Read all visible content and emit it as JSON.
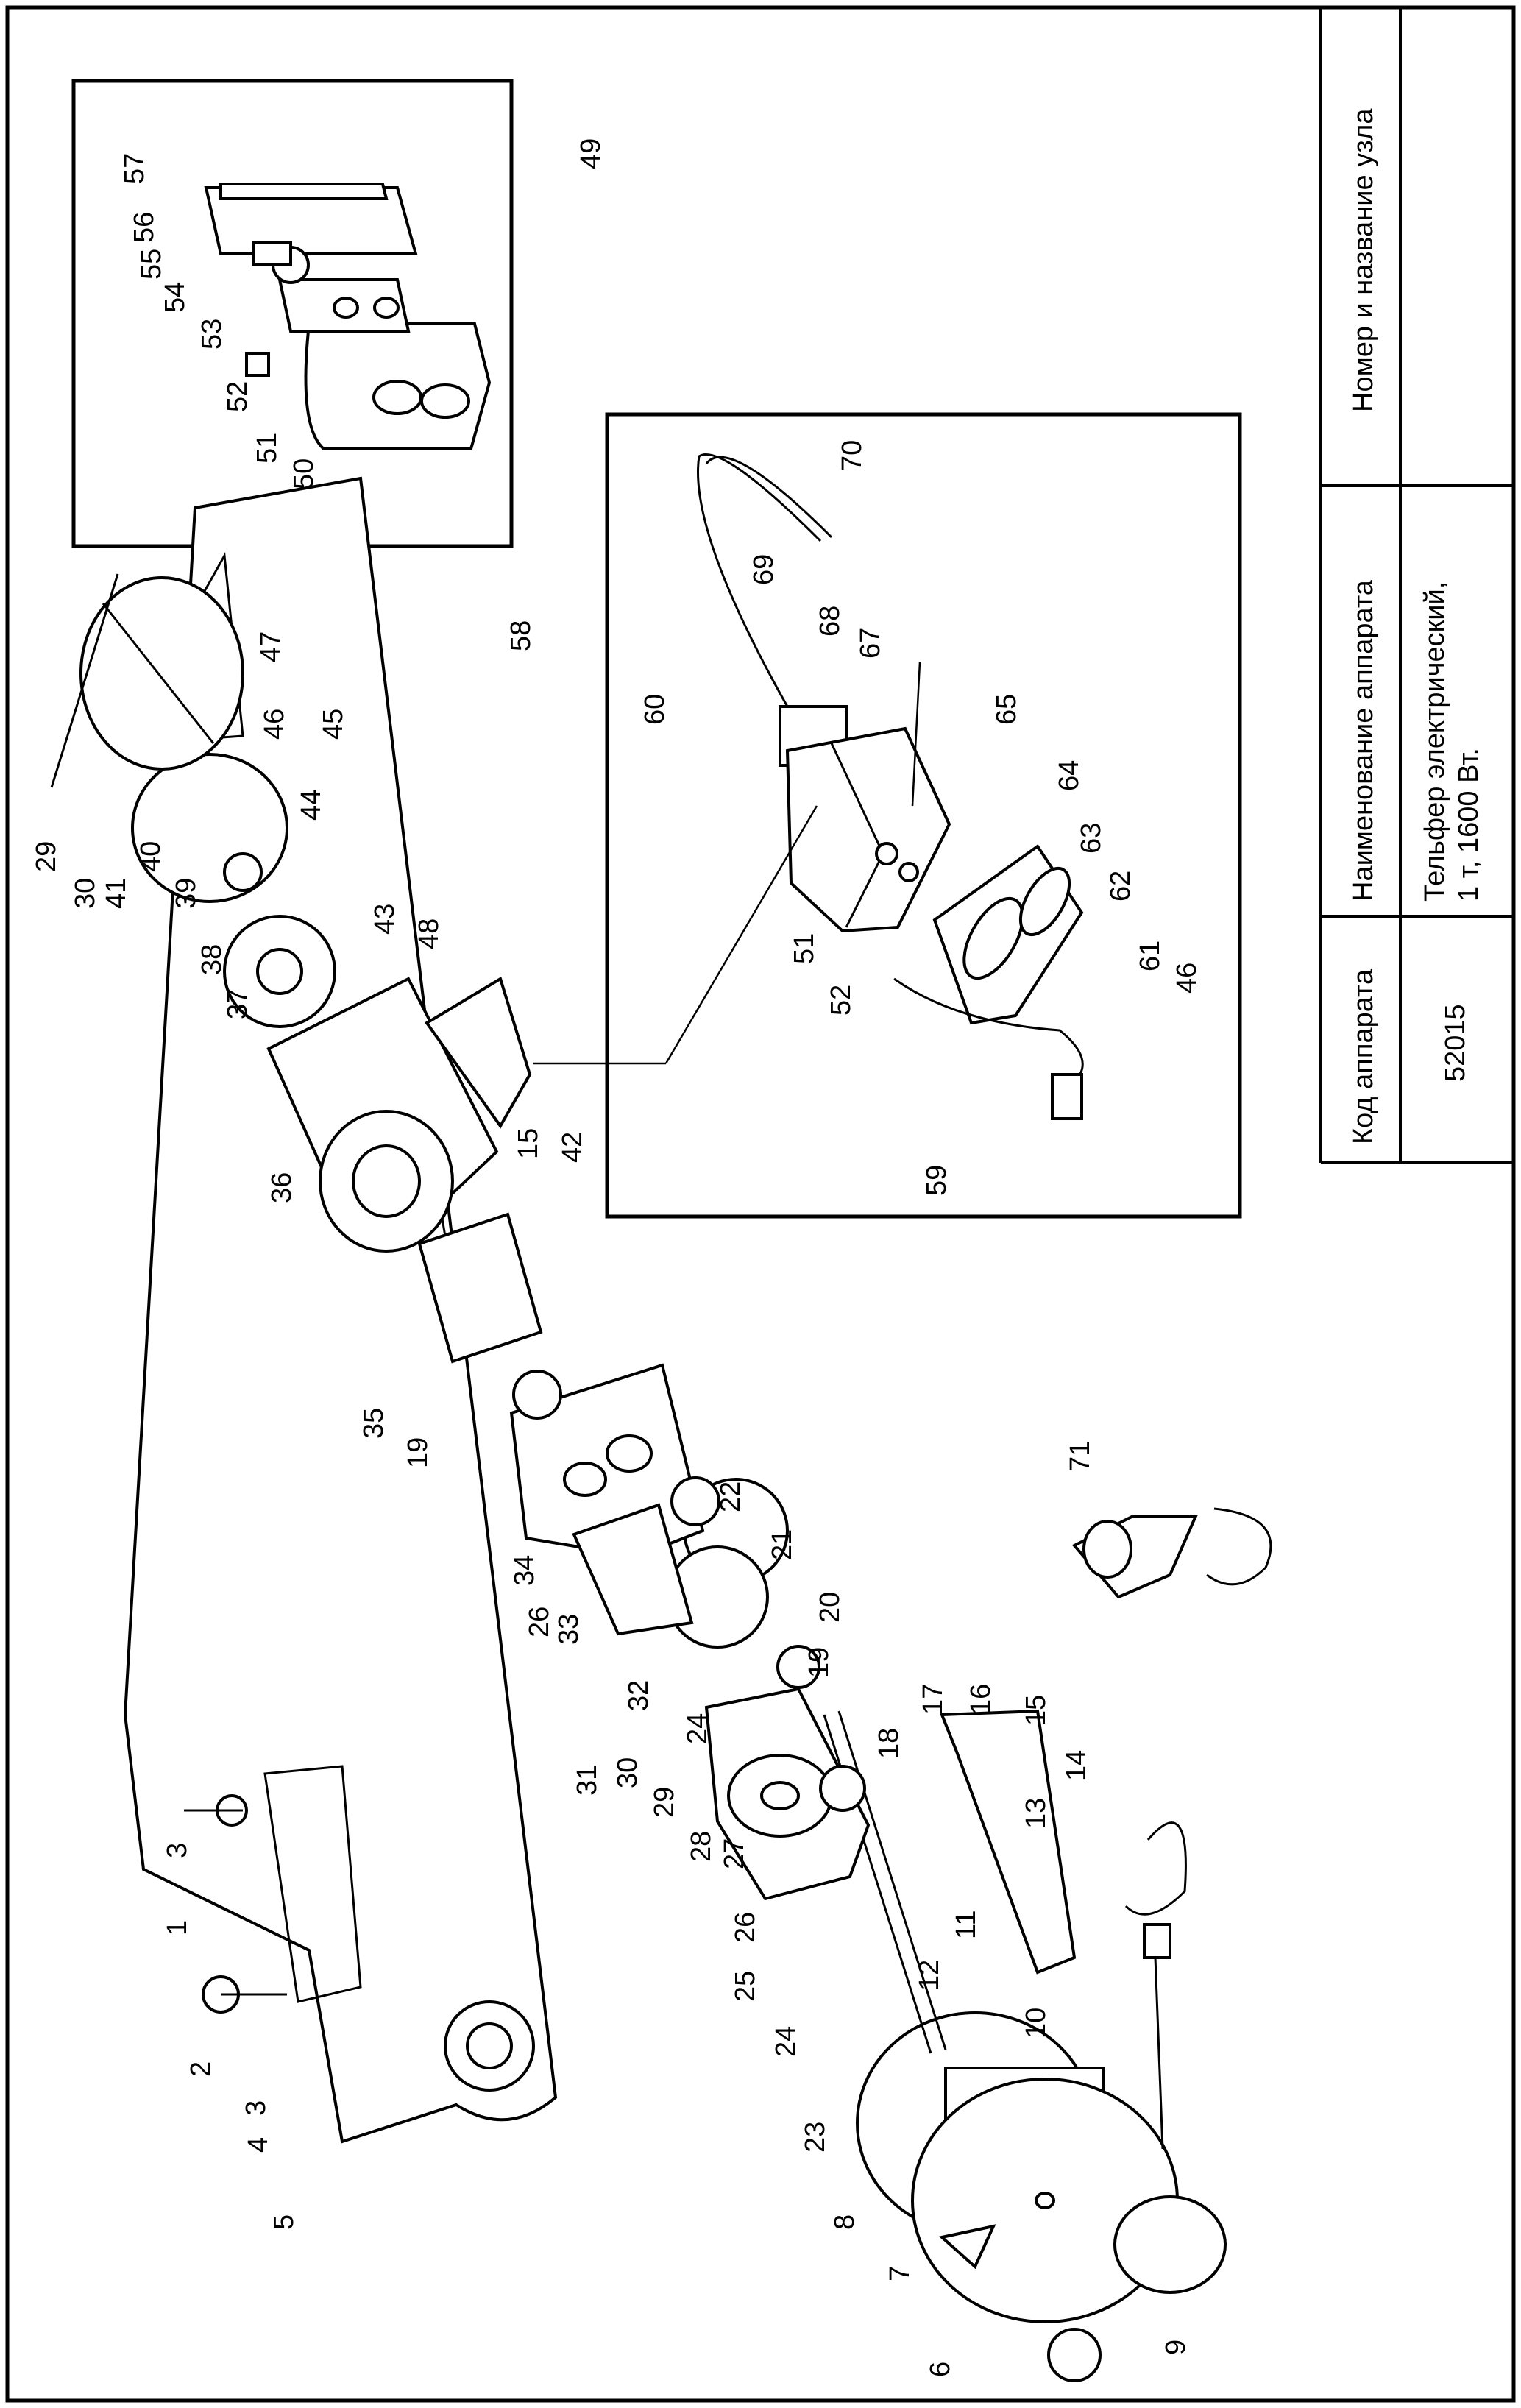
{
  "title_block": {
    "col1_header": "Код аппарата",
    "col1_value": "52015",
    "col2_header": "Наименование аппарата",
    "col2_value_line1": "Тельфер электрический,",
    "col2_value_line2": "1 т, 1600 Вт.",
    "col3_header": "Номер и название узла",
    "col3_value": ""
  },
  "callouts": [
    "1",
    "2",
    "3",
    "3",
    "4",
    "5",
    "6",
    "7",
    "8",
    "9",
    "10",
    "11",
    "12",
    "13",
    "14",
    "15",
    "16",
    "17",
    "18",
    "19",
    "20",
    "21",
    "22",
    "23",
    "24",
    "25",
    "26",
    "27",
    "28",
    "29",
    "30",
    "31",
    "32",
    "33",
    "34",
    "35",
    "19",
    "26",
    "24",
    "36",
    "37",
    "38",
    "39",
    "40",
    "41",
    "29",
    "30",
    "42",
    "15",
    "43",
    "48",
    "44",
    "45",
    "46",
    "47",
    "49",
    "50",
    "51",
    "52",
    "53",
    "54",
    "55",
    "56",
    "57",
    "58",
    "59",
    "60",
    "51",
    "52",
    "61",
    "46",
    "62",
    "63",
    "64",
    "65",
    "67",
    "68",
    "69",
    "70",
    "71"
  ]
}
